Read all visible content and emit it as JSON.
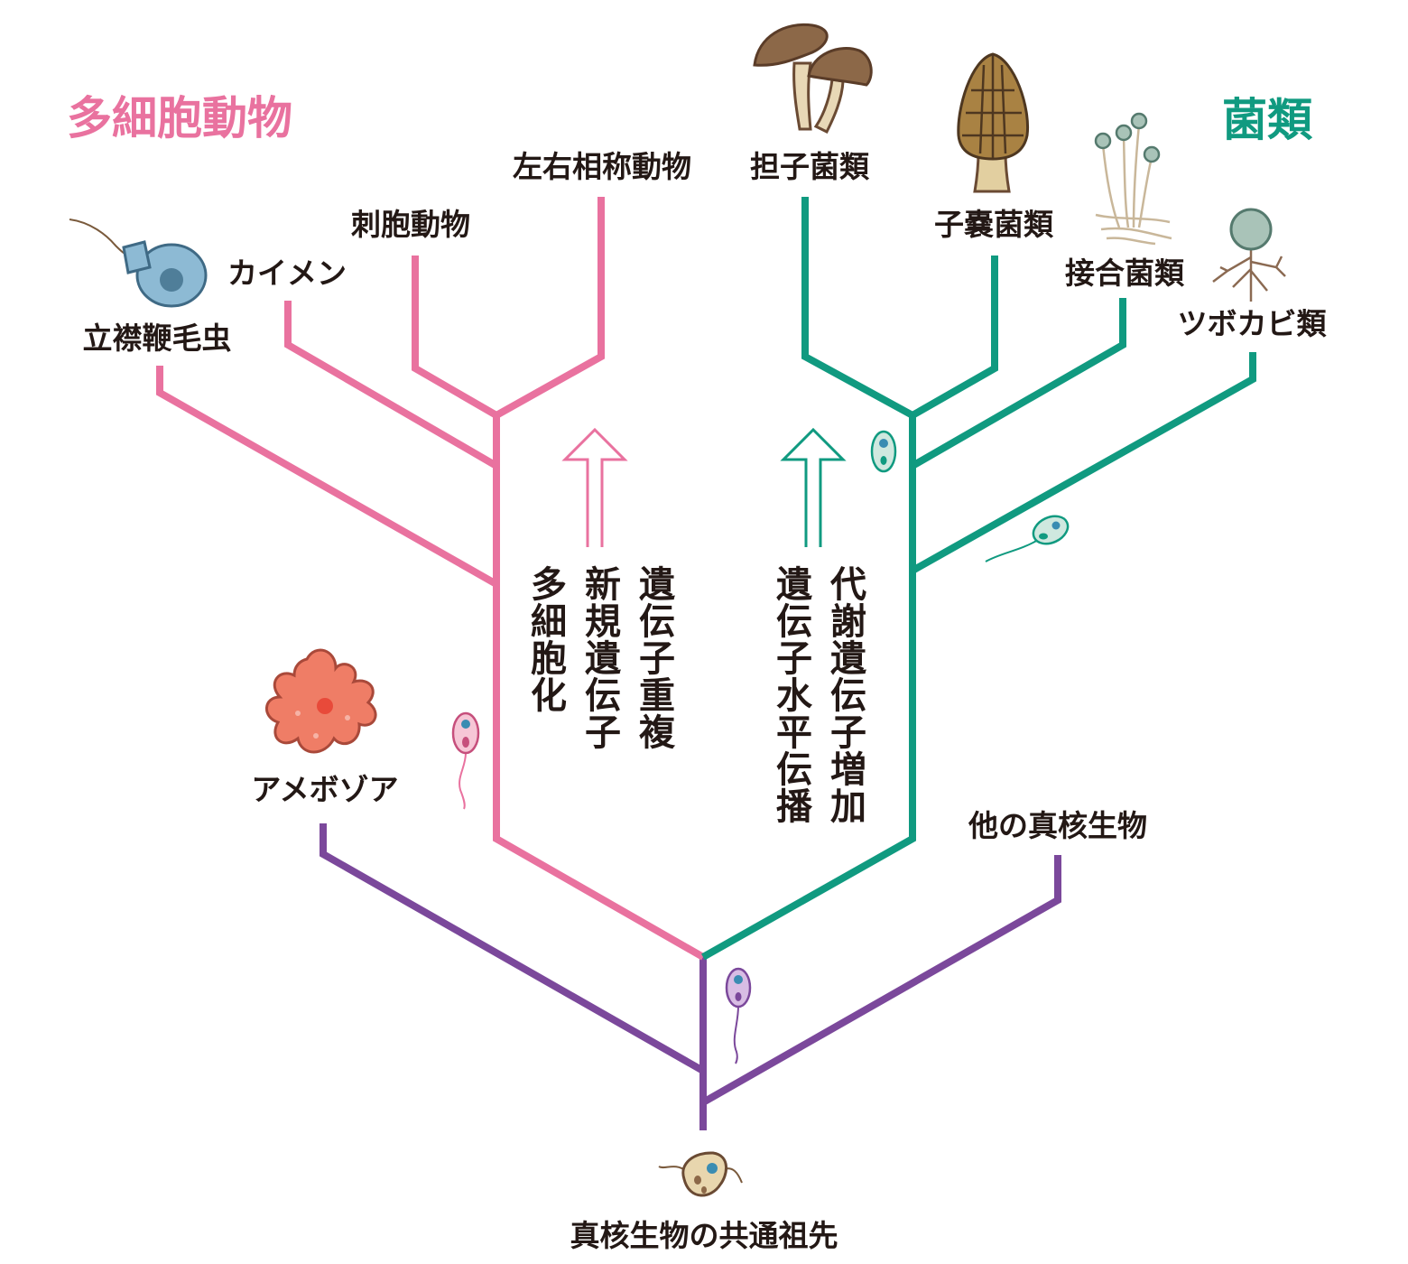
{
  "colors": {
    "animal": "#e9729f",
    "fungi": "#109a80",
    "root": "#7b489b",
    "text": "#231815"
  },
  "groups": {
    "animals": "多細胞動物",
    "fungi": "菌類"
  },
  "taxa": {
    "choanoflagellate": "立襟鞭毛虫",
    "sponge": "カイメン",
    "cnidaria": "刺胞動物",
    "bilateria": "左右相称動物",
    "basidiomycota": "担子菌類",
    "ascomycota": "子嚢菌類",
    "zygomycota": "接合菌類",
    "chytrid": "ツボカビ類",
    "amoebozoa": "アメボゾア",
    "other_eukaryotes": "他の真核生物",
    "common_ancestor": "真核生物の共通祖先"
  },
  "animal_events": [
    "遺伝子重複",
    "新規遺伝子",
    "多細胞化"
  ],
  "fungi_events": [
    "代謝遺伝子増加",
    "遺伝子水平伝播"
  ],
  "icons": [
    "choanoflagellate-icon",
    "mushroom-icon",
    "morel-icon",
    "mold-icon",
    "chytrid-icon",
    "amoeba-icon",
    "flagellate-icon",
    "spore-icon",
    "ancestor-cell-icon"
  ]
}
